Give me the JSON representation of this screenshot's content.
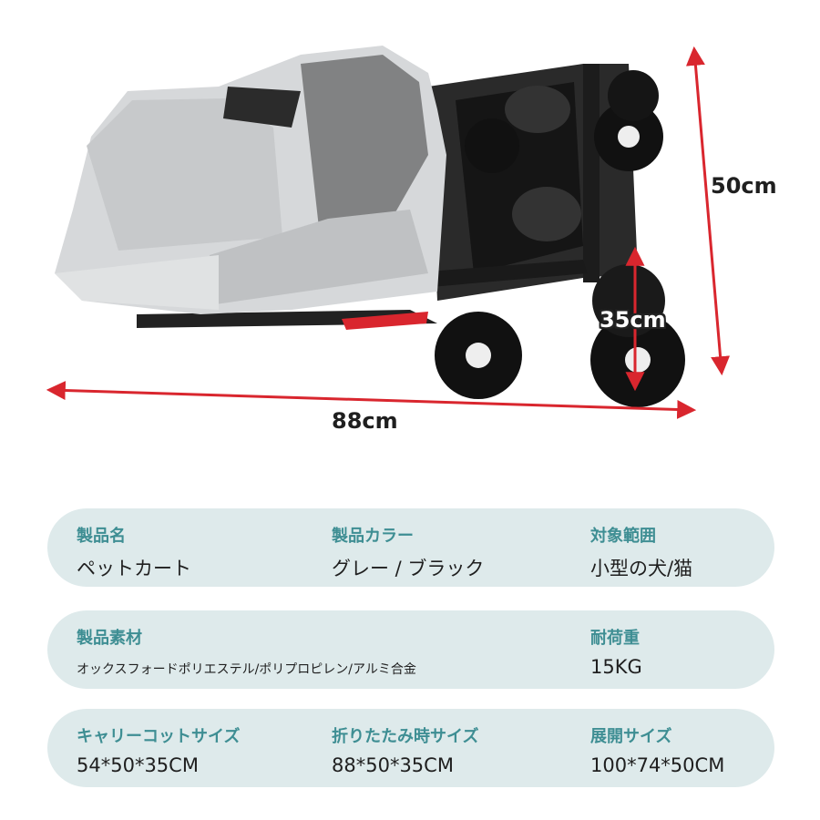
{
  "product_image": {
    "dimensions": {
      "length": "88cm",
      "height": "50cm",
      "wheel_height": "35cm"
    },
    "colors": {
      "arrow": "#d9262e",
      "fabric": "#d6d8da",
      "frame": "#1a1a1a"
    }
  },
  "specs": {
    "row1": [
      {
        "label": "製品名",
        "value": "ペットカート"
      },
      {
        "label": "製品カラー",
        "value": "グレー / ブラック"
      },
      {
        "label": "対象範囲",
        "value": "小型の犬/猫"
      }
    ],
    "row2": [
      {
        "label": "製品素材",
        "value": "オックスフォードポリエステル/ポリプロピレン/アルミ合金"
      },
      {
        "label": "耐荷重",
        "value": "15KG"
      }
    ],
    "row3": [
      {
        "label": "キャリーコットサイズ",
        "value": "54*50*35CM"
      },
      {
        "label": "折りたたみ時サイズ",
        "value": "88*50*35CM"
      },
      {
        "label": "展開サイズ",
        "value": "100*74*50CM"
      }
    ]
  },
  "theme": {
    "card_bg": "#deeaeb",
    "label_color": "#3e8e93"
  }
}
